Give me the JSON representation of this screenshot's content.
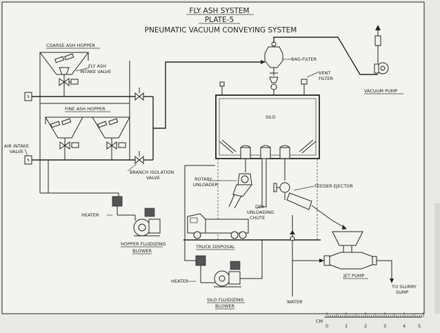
{
  "title": {
    "line1": "FLY ASH SYSTEM",
    "line2": "PLATE-5",
    "line3": "PNEUMATIC VACUUM CONVEYING SYSTEM"
  },
  "labels": {
    "coarse_ash_hopper": "COARSE ASH HOPPER",
    "fly_ash_intake_valve_1": "FLY ASH",
    "fly_ash_intake_valve_2": "INTAKE VALVE",
    "fine_ash_hopper": "FINE ASH HOPPER",
    "air_intake_valve_1": "AIR INTAKE",
    "air_intake_valve_2": "VALVE",
    "branch_isolation_valve_1": "BRANCH ISOLATION",
    "branch_isolation_valve_2": "VALVE",
    "bag_filter": "BAG-FILTER",
    "vent_filter_1": "VENT",
    "vent_filter_2": "FILTER",
    "vacuum_pump": "VACUUM PUMP",
    "silo": "SILO",
    "rotary_unloader_1": "ROTARY",
    "rotary_unloader_2": "UNLOADER",
    "dry_unloading_chute_1": "DRY",
    "dry_unloading_chute_2": "UNLOADING",
    "dry_unloading_chute_3": "CHUTE",
    "feeder_ejector": "FEEDER EJECTOR",
    "heater_1": "HEATER",
    "hopper_fluidizing_blower_1": "HOPPER FLUIDIZING",
    "hopper_fluidizing_blower_2": "BLOWER",
    "truck_disposal": "TRUCK DISPOSAL",
    "heater_2": "HEATER",
    "silo_fluidizing_blower_1": "SILO FLUIDIZING",
    "silo_fluidizing_blower_2": "BLOWER",
    "water": "WATER",
    "jet_pump": "JET PUMP",
    "to_slurry_sump_1": "TO SLURRY",
    "to_slurry_sump_2": "SUMP"
  },
  "ruler": {
    "unit": "CM",
    "ticks": [
      "0",
      "1",
      "2",
      "3",
      "4",
      "5"
    ]
  }
}
